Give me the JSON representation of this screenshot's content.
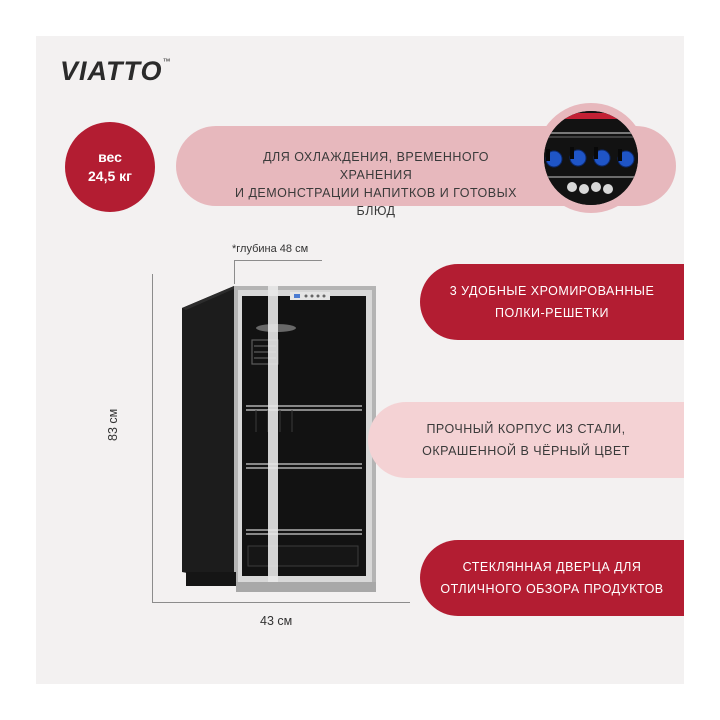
{
  "brand": {
    "name": "VIATTO",
    "tm": "™"
  },
  "weight": {
    "label": "вес",
    "value": "24,5 кг"
  },
  "purpose": {
    "line1": "ДЛЯ ОХЛАЖДЕНИЯ, ВРЕМЕННОГО ХРАНЕНИЯ",
    "line2": "И ДЕМОНСТРАЦИИ НАПИТКОВ И ГОТОВЫХ БЛЮД"
  },
  "features": [
    {
      "line1": "3 УДОБНЫЕ ХРОМИРОВАННЫЕ",
      "line2": "ПОЛКИ-РЕШЕТКИ"
    },
    {
      "line1": "ПРОЧНЫЙ КОРПУС ИЗ СТАЛИ,",
      "line2": "ОКРАШЕННОЙ В ЧЁРНЫЙ ЦВЕТ"
    },
    {
      "line1": "СТЕКЛЯННАЯ ДВЕРЦА ДЛЯ",
      "line2": "ОТЛИЧНОГО ОБЗОРА ПРОДУКТОВ"
    }
  ],
  "dimensions": {
    "depth": "*глубина 48 см",
    "height": "83 см",
    "width": "43 см"
  },
  "colors": {
    "accent": "#b31d32",
    "pink": "#e7b8bd",
    "light_pink": "#f4d2d4",
    "background": "#f3f1f1"
  }
}
